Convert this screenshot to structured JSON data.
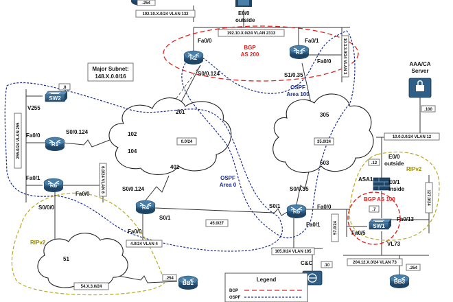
{
  "subnets": {
    "top_left_host": ".254",
    "vlan132": "192.10.X.0/24 VLAN 132",
    "vlan2313": "192.10.X.0/24 VLAN 2313",
    "vlan3": "10.3.3.0/24 VLAN 3",
    "sw2_host": ".8",
    "vlan255": "255.0/24 VLAN 255",
    "vlan6": "6.0/24 VLAN 6",
    "cloud_left": "0.0/24",
    "cloud_right": "35.0/24",
    "vlan12": "10.0.0.0/24  VLAN 12",
    "server_host": ".100",
    "asa_host": ".12",
    "net_127": "127.0/24",
    "net_45": "45.0/27",
    "vlan4": "4.0/24 VLAN 4",
    "net_57": "57.0/24",
    "sw1_host": ".7",
    "vlan105": "105.0/24 VLAN 105",
    "cc_host": ".10",
    "vlan73": "204.12.X.0/24 VLAN 73",
    "bb3_host": ".254",
    "bb1_host": ".254",
    "net_54": "54.X.3.0/24"
  },
  "devices": {
    "r1": "R1",
    "r2": "R2",
    "r3": "R3",
    "r4": "R4",
    "r5": "R5",
    "r6": "R6",
    "sw1": "SW1",
    "sw2": "SW2",
    "bb1": "BB1",
    "bb3": "BB3",
    "asa": "ASA1",
    "server": "AAA/CA\nServer",
    "server_l1": "AAA/CA",
    "server_l2": "Server",
    "cc": "C&C"
  },
  "interfaces": {
    "e00_outside_top": "E0/0",
    "outside_top": "outside",
    "r2_fa00": "Fa0/0",
    "r2_s00": "S0/0.124",
    "r3_fa01": "Fa0/1",
    "r3_fa00": "Fa0/0",
    "r3_s1": "S1/0.35",
    "r1_fa00": "Fa0/0",
    "r1_s00": "S0/0.124",
    "sw2_v255": "V255",
    "r6_fa01": "Fa0/1",
    "r6_fa00": "Fa0/0",
    "r6_s00": "S0/0/0",
    "r4_s00": "S0/0.124",
    "r4_s01": "S0/1",
    "r4_fa00": "Fa0/0",
    "r5_s00": "S0/0.35",
    "r5_s01": "S0/1",
    "r5_fa00": "Fa0/0",
    "r5_fa01": "Fa0/1",
    "asa_e00": "E0/0",
    "asa_outside": "outside",
    "asa_e01": "E0/1",
    "asa_inside": "inside",
    "sw1_fa013": "Fa0/13",
    "sw1_fa05": "Fa0/5",
    "sw1_vl73": "VL73",
    "dlci_201": "201",
    "dlci_102": "102",
    "dlci_104": "104",
    "dlci_401": "401",
    "dlci_305": "305",
    "dlci_503": "503",
    "dlci_51": "51"
  },
  "labels": {
    "major_subnet_l1": "Major Subnet:",
    "major_subnet_l2": "148.X.0.0/16",
    "bgp200_l1": "BGP",
    "bgp200_l2": "AS 200",
    "ospf100_l1": "OSPF",
    "ospf100_l2": "Area 100",
    "ospf0_l1": "OSPF",
    "ospf0_l2": "Area 0",
    "ripv2_right": "RIPv2",
    "ripv2_left": "RIPv2",
    "bgp100": "BGP AS 100"
  },
  "legend": {
    "title": "Legend",
    "items": [
      {
        "label": "BGP",
        "color": "#e02020"
      },
      {
        "label": "OSPF",
        "color": "#1a2d8a"
      }
    ]
  },
  "colors": {
    "router": "#2f5f86",
    "bgp": "#e02020",
    "ospf": "#1a2d8a",
    "rip": "#b8a820"
  }
}
